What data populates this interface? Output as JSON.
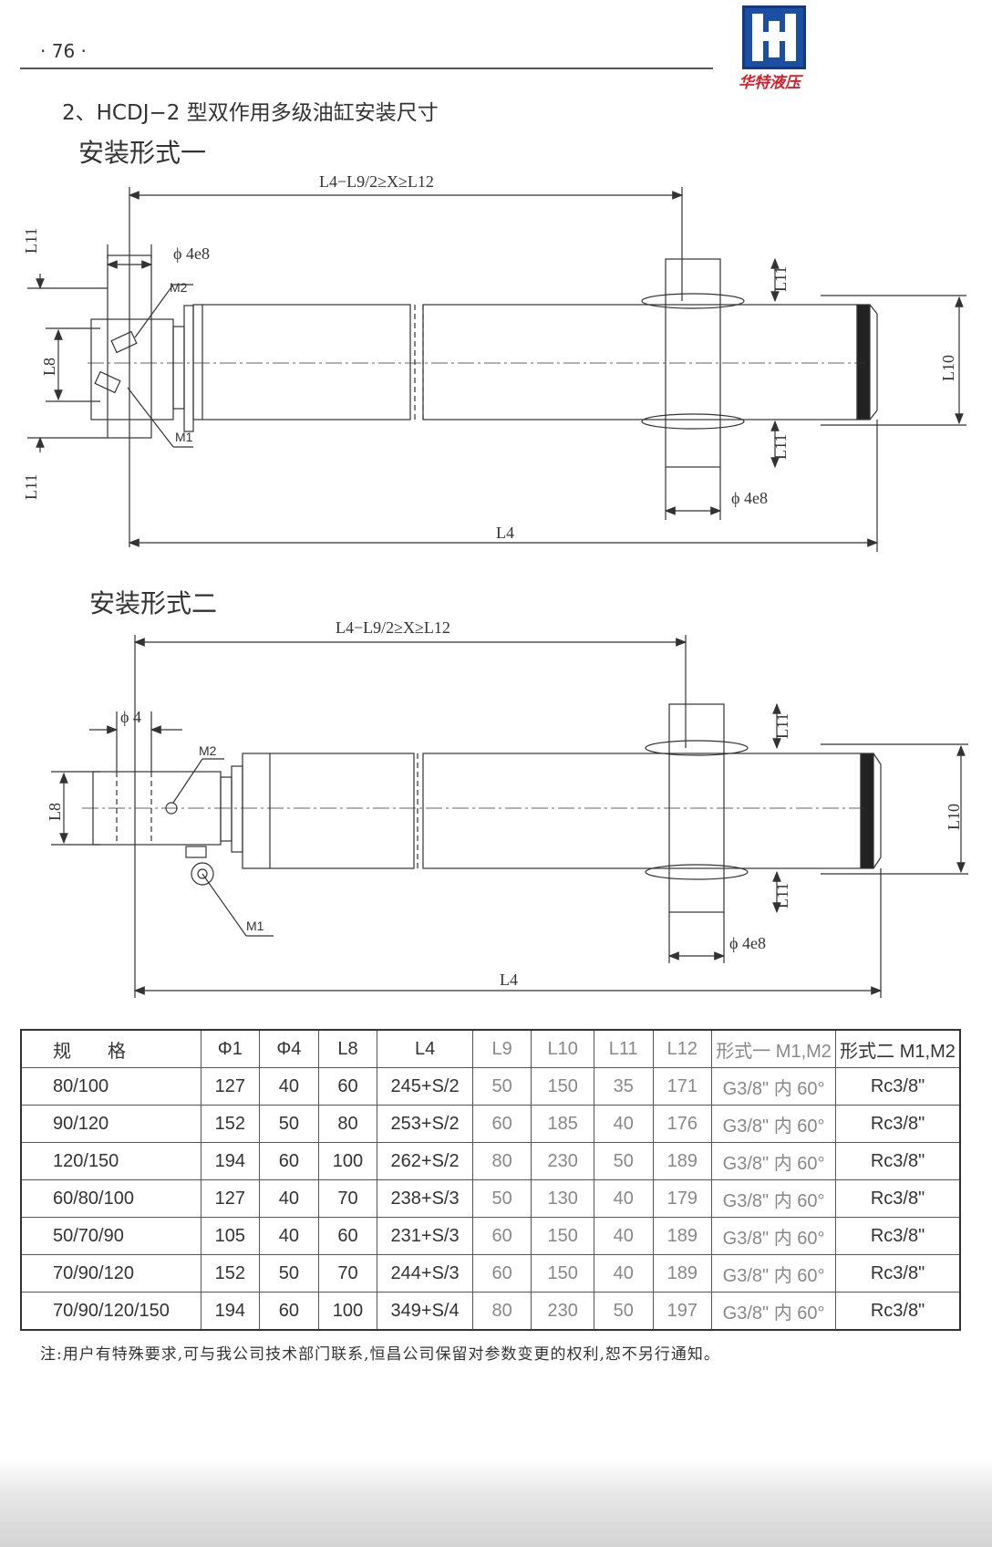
{
  "page_number": "· 76 ·",
  "logo": {
    "name": "company-logo",
    "text": "华特液压"
  },
  "section_title": "2、HCDJ−2 型双作用多级油缸安装尺寸",
  "form1": {
    "title": "安装形式一",
    "stroke_range": "L4−L9/2≥X≥L12",
    "labels": {
      "l11_top": "L11",
      "l11_bottom": "L11",
      "l11_trunnion_top": "L11",
      "l11_trunnion_bottom": "L11",
      "l8": "L8",
      "l10": "L10",
      "l4": "L4",
      "phi_top": "ϕ 4e8",
      "phi_trunnion": "ϕ 4e8",
      "m1": "M1",
      "m2": "M2"
    }
  },
  "form2": {
    "title": "安装形式二",
    "stroke_range": "L4−L9/2≥X≥L12",
    "labels": {
      "phi4": "ϕ 4",
      "l8": "L8",
      "l10": "L10",
      "l4": "L4",
      "l11_top": "L11",
      "l11_bottom": "L11",
      "phi_trunnion": "ϕ 4e8",
      "m1": "M1",
      "m2": "M2"
    }
  },
  "table": {
    "headers": [
      "规　　格",
      "Φ1",
      "Φ4",
      "L8",
      "L4",
      "L9",
      "L10",
      "L11",
      "L12",
      "形式一 M1,M2",
      "形式二 M1,M2"
    ],
    "rows": [
      [
        "80/100",
        "127",
        "40",
        "60",
        "245+S/2",
        "50",
        "150",
        "35",
        "171",
        "G3/8\" 内 60°",
        "Rc3/8\""
      ],
      [
        "90/120",
        "152",
        "50",
        "80",
        "253+S/2",
        "60",
        "185",
        "40",
        "176",
        "G3/8\" 内 60°",
        "Rc3/8\""
      ],
      [
        "120/150",
        "194",
        "60",
        "100",
        "262+S/2",
        "80",
        "230",
        "50",
        "189",
        "G3/8\" 内 60°",
        "Rc3/8\""
      ],
      [
        "60/80/100",
        "127",
        "40",
        "70",
        "238+S/3",
        "50",
        "130",
        "40",
        "179",
        "G3/8\" 内 60°",
        "Rc3/8\""
      ],
      [
        "50/70/90",
        "105",
        "40",
        "60",
        "231+S/3",
        "60",
        "150",
        "40",
        "189",
        "G3/8\" 内 60°",
        "Rc3/8\""
      ],
      [
        "70/90/120",
        "152",
        "50",
        "70",
        "244+S/3",
        "60",
        "150",
        "40",
        "189",
        "G3/8\" 内 60°",
        "Rc3/8\""
      ],
      [
        "70/90/120/150",
        "194",
        "60",
        "100",
        "349+S/4",
        "80",
        "230",
        "50",
        "197",
        "G3/8\" 内 60°",
        "Rc3/8\""
      ]
    ]
  },
  "note": "注:用户有特殊要求,可与我公司技术部门联系,恒昌公司保留对参数变更的权利,恕不另行通知。"
}
